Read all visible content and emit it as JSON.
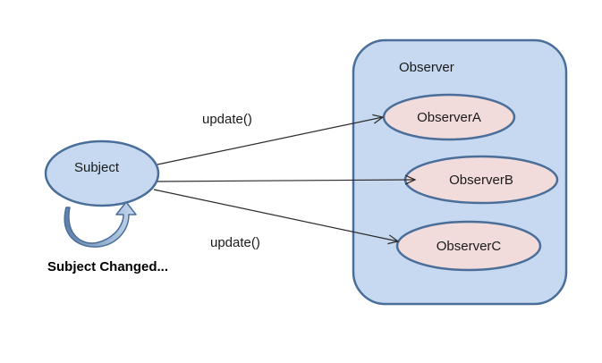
{
  "colors": {
    "subject_fill": "#c6d9f0",
    "group_fill": "#c6d9f0",
    "observer_fill": "#f2dcdb",
    "stroke": "#4a6e9a",
    "arrow": "#2b2b2b",
    "text": "#1a1a1a"
  },
  "subject": {
    "label": "Subject",
    "status": "Subject Changed..."
  },
  "group": {
    "label": "Observer"
  },
  "observers": [
    {
      "label": "ObserverA"
    },
    {
      "label": "ObserverB"
    },
    {
      "label": "ObserverC"
    }
  ],
  "messages": [
    {
      "label": "update()"
    },
    {
      "label": "update()"
    }
  ],
  "icons": {
    "loop": "circular-arrow-icon"
  }
}
